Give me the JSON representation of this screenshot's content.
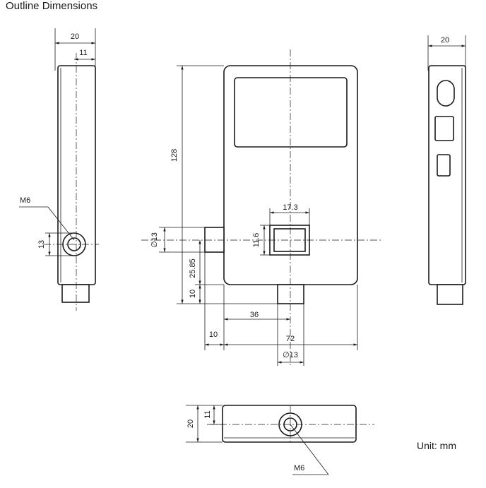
{
  "title": "Outline Dimensions",
  "unit_label": "Unit: mm",
  "dimensions": {
    "left_width": "20",
    "left_offset": "11",
    "left_thread": "M6",
    "left_dia": "13",
    "front_height": "128",
    "front_dia_left": "∅13",
    "front_25_85": "25.85",
    "front_10_left": "10",
    "front_36": "36",
    "front_10_bottom": "10",
    "front_72": "72",
    "front_dia_bottom": "∅13",
    "front_17_3": "17.3",
    "front_11_6": "11.6",
    "right_width": "20",
    "bottom_20": "20",
    "bottom_11": "11",
    "bottom_thread": "M6"
  }
}
